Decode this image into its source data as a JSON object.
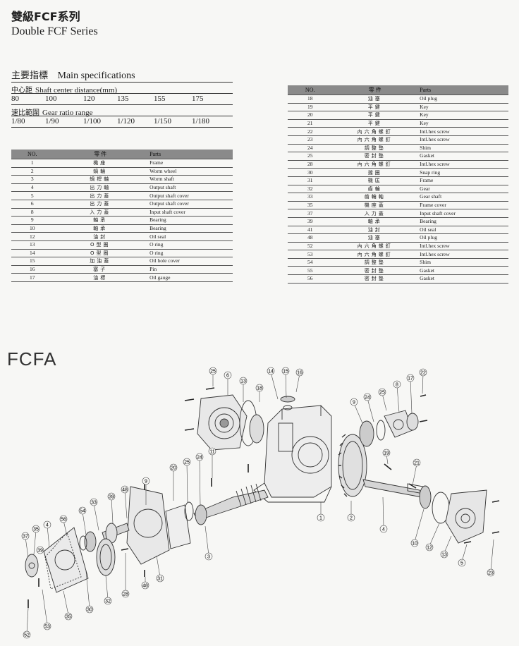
{
  "header": {
    "title_cn": "雙級FCF系列",
    "title_en": "Double FCF Series"
  },
  "specs": {
    "heading_cn": "主要指標",
    "heading_en": "Main specifications",
    "center_label_cn": "中心距",
    "center_label_en": "Shaft center distance(mm)",
    "center_values": [
      "80",
      "100",
      "120",
      "135",
      "155",
      "175"
    ],
    "ratio_label_cn": "速比範圍",
    "ratio_label_en": "Gear ratio range",
    "ratio_values": [
      "1/80",
      "1/90",
      "1/100",
      "1/120",
      "1/150",
      "1/180"
    ]
  },
  "table_headers": {
    "no": "NO.",
    "cn": "零 件",
    "en": "Parts"
  },
  "left_parts": [
    {
      "no": "1",
      "cn": "機座",
      "en": "Frame"
    },
    {
      "no": "2",
      "cn": "蝸輪",
      "en": "Worm wheel"
    },
    {
      "no": "3",
      "cn": "蝸桿軸",
      "en": "Worm shaft"
    },
    {
      "no": "4",
      "cn": "出力軸",
      "en": "Output shaft"
    },
    {
      "no": "5",
      "cn": "出力蓋",
      "en": "Output shaft cover"
    },
    {
      "no": "6",
      "cn": "出力蓋",
      "en": "Output shaft cover"
    },
    {
      "no": "8",
      "cn": "入力蓋",
      "en": "Input shaft cover"
    },
    {
      "no": "9",
      "cn": "軸承",
      "en": "Bearing"
    },
    {
      "no": "10",
      "cn": "軸承",
      "en": "Bearing"
    },
    {
      "no": "12",
      "cn": "油封",
      "en": "Oil seal"
    },
    {
      "no": "13",
      "cn": "O型圈",
      "en": "O ring"
    },
    {
      "no": "14",
      "cn": "O型圈",
      "en": "O ring"
    },
    {
      "no": "15",
      "cn": "加油蓋",
      "en": "Oil hole cover"
    },
    {
      "no": "16",
      "cn": "塞子",
      "en": "Pin"
    },
    {
      "no": "17",
      "cn": "油標",
      "en": "Oil gauge"
    }
  ],
  "right_parts": [
    {
      "no": "18",
      "cn": "油塞",
      "en": "Oil plug"
    },
    {
      "no": "19",
      "cn": "平鍵",
      "en": "Key"
    },
    {
      "no": "20",
      "cn": "平鍵",
      "en": "Key"
    },
    {
      "no": "21",
      "cn": "平鍵",
      "en": "Key"
    },
    {
      "no": "22",
      "cn": "內六角螺釘",
      "en": "Intl.hex screw"
    },
    {
      "no": "23",
      "cn": "內六角螺釘",
      "en": "Intl.hex screw"
    },
    {
      "no": "24",
      "cn": "調整墊",
      "en": "Shim"
    },
    {
      "no": "25",
      "cn": "密封墊",
      "en": "Gasket"
    },
    {
      "no": "28",
      "cn": "內六角螺釘",
      "en": "Intl.hex screw"
    },
    {
      "no": "30",
      "cn": "擋圈",
      "en": "Snap ring"
    },
    {
      "no": "31",
      "cn": "機匡",
      "en": "Frame"
    },
    {
      "no": "32",
      "cn": "齒輪",
      "en": "Gear"
    },
    {
      "no": "33",
      "cn": "齒輪軸",
      "en": "Gear shaft"
    },
    {
      "no": "35",
      "cn": "機座蓋",
      "en": "Frame cover"
    },
    {
      "no": "37",
      "cn": "入力蓋",
      "en": "Input shaft cover"
    },
    {
      "no": "39",
      "cn": "軸承",
      "en": "Bearing"
    },
    {
      "no": "41",
      "cn": "油封",
      "en": "Oil seal"
    },
    {
      "no": "48",
      "cn": "油塞",
      "en": "Oil plug"
    },
    {
      "no": "52",
      "cn": "內六角螺釘",
      "en": "Intl.hex screw"
    },
    {
      "no": "53",
      "cn": "內六角螺釘",
      "en": "Intl.hex screw"
    },
    {
      "no": "54",
      "cn": "調整墊",
      "en": "Shim"
    },
    {
      "no": "55",
      "cn": "密封墊",
      "en": "Gasket"
    },
    {
      "no": "56",
      "cn": "密封墊",
      "en": "Gasket"
    }
  ],
  "diagram": {
    "model_title": "FCFA",
    "callouts": [
      "25",
      "6",
      "13",
      "18",
      "14",
      "15",
      "16",
      "9",
      "24",
      "25",
      "8",
      "17",
      "22",
      "19",
      "11",
      "21",
      "20",
      "25",
      "24",
      "9",
      "48",
      "39",
      "33",
      "54",
      "56",
      "4",
      "35",
      "37",
      "39",
      "2",
      "1",
      "4",
      "10",
      "12",
      "13",
      "5",
      "23",
      "3",
      "28",
      "48",
      "31",
      "32",
      "30",
      "35",
      "53",
      "52"
    ]
  }
}
